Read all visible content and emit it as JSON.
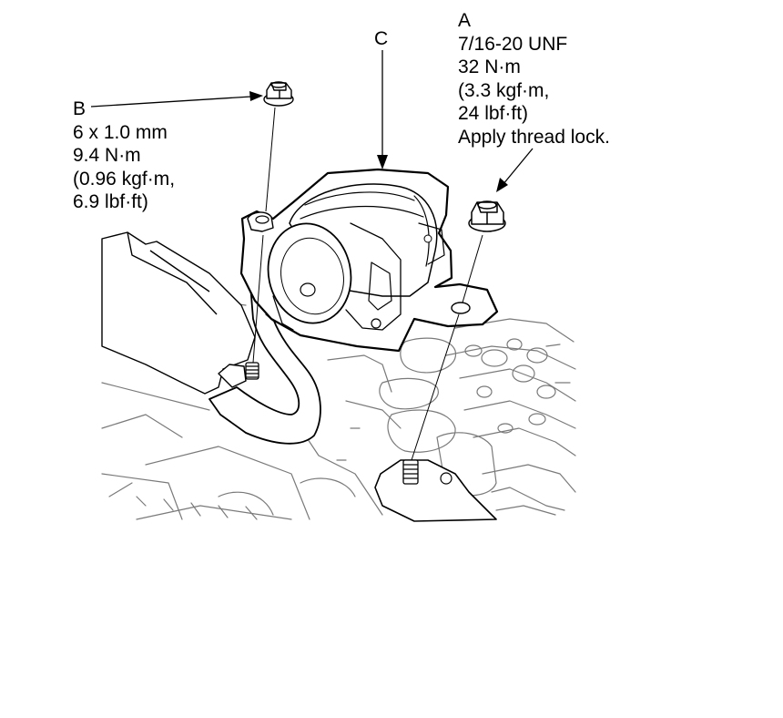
{
  "labels": {
    "a": {
      "letter": "A",
      "spec_lines": [
        "7/16-20 UNF",
        "32 N·m",
        "(3.3 kgf·m,",
        "24 lbf·ft)",
        "Apply thread lock."
      ]
    },
    "b": {
      "letter": "B",
      "spec_lines": [
        "6 x 1.0 mm",
        "9.4 N·m",
        "(0.96 kgf·m,",
        "6.9 lbf·ft)"
      ]
    },
    "c": {
      "letter": "C"
    }
  },
  "icons": {
    "nut_a": "flange-nut-icon",
    "nut_b": "flange-nut-icon",
    "retractor": "seat-belt-retractor-icon",
    "bolt_a": "threaded-stud-icon",
    "bolt_b": "threaded-stud-icon"
  },
  "colors": {
    "line": "#000000",
    "light_line": "#7a7a7a",
    "background": "#ffffff"
  }
}
